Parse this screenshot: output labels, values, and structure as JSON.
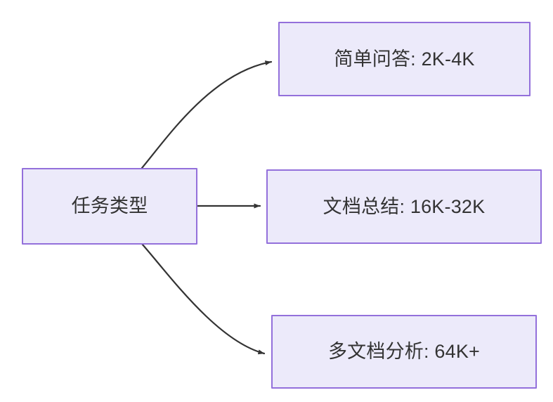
{
  "diagram": {
    "type": "flowchart",
    "direction": "left-to-right",
    "background_color": "#ffffff",
    "node_fill_color": "#ECEAFA",
    "node_border_color": "#9370DB",
    "node_text_color": "#333333",
    "edge_color": "#333333",
    "source": {
      "id": "node-source",
      "label": "任务类型"
    },
    "targets": [
      {
        "id": "node-target-0",
        "label": "简单问答: 2K-4K",
        "edge_style": "curved-up",
        "arrowhead": "filled-triangle"
      },
      {
        "id": "node-target-1",
        "label": "文档总结: 16K-32K",
        "edge_style": "straight",
        "arrowhead": "filled-triangle"
      },
      {
        "id": "node-target-2",
        "label": "多文档分析: 64K+",
        "edge_style": "curved-down",
        "arrowhead": "filled-triangle"
      }
    ]
  }
}
